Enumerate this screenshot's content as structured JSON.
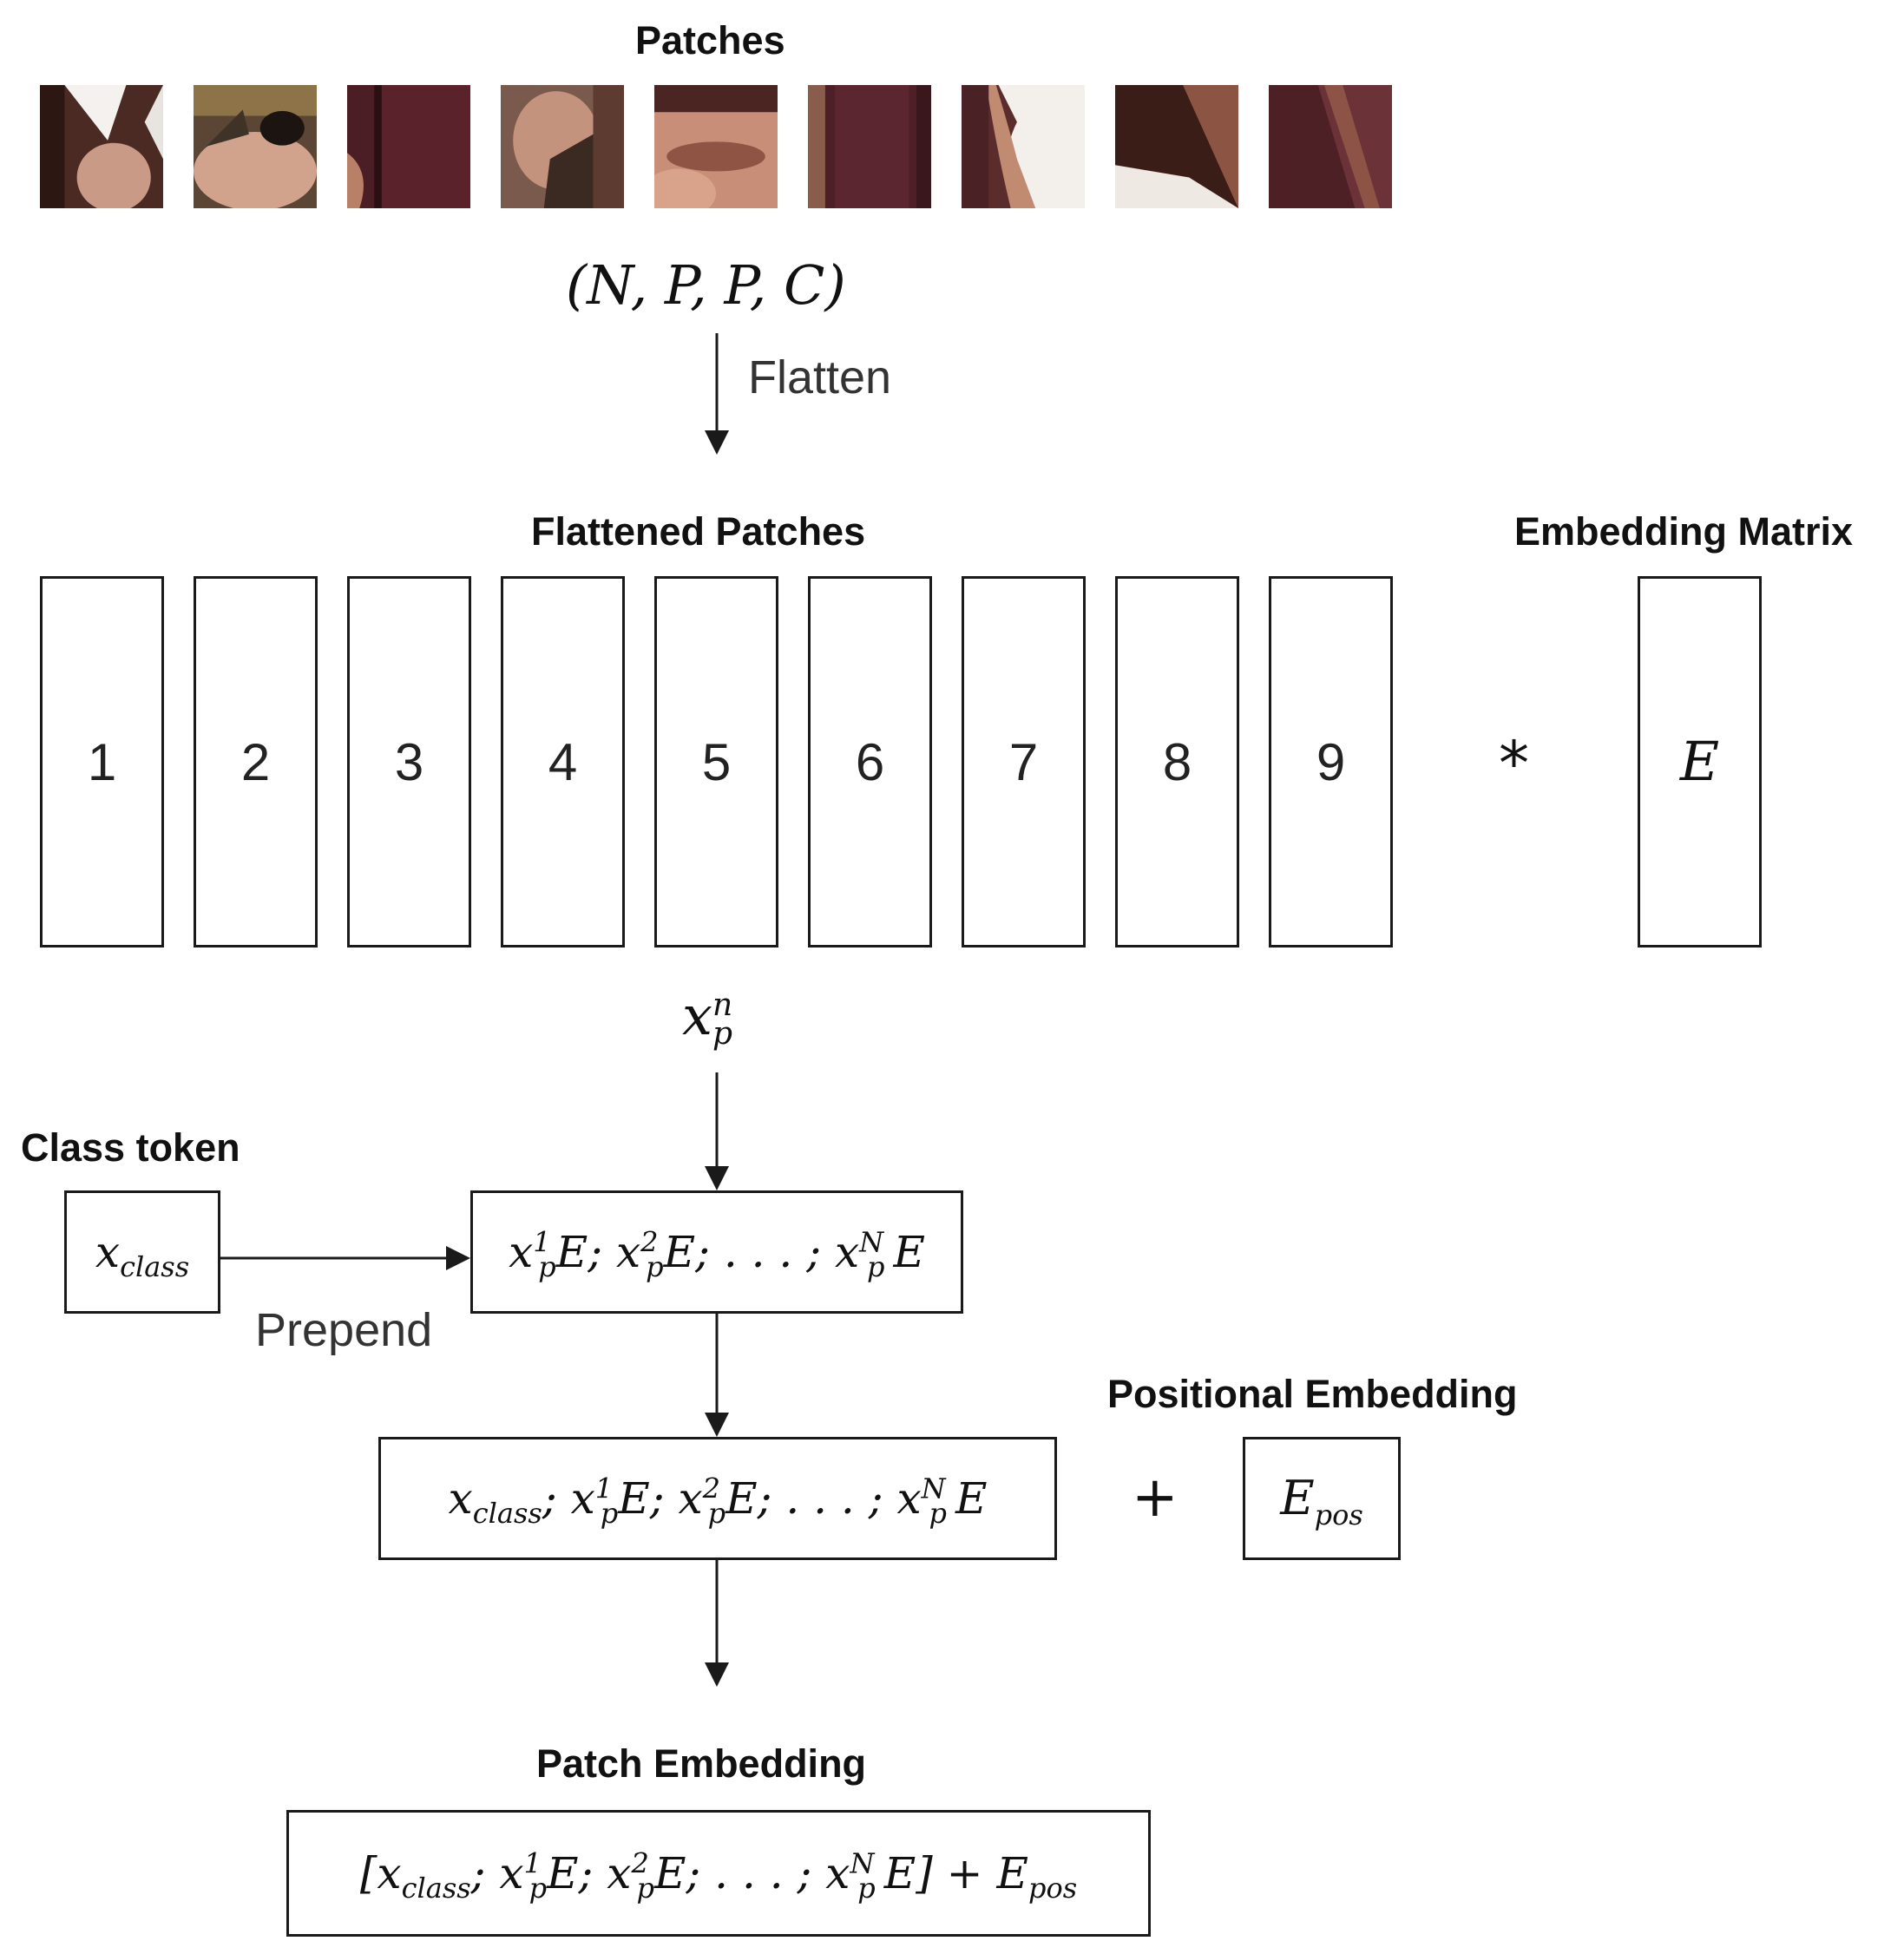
{
  "patches": {
    "title": "Patches",
    "shape_label": "(N, P, P, C)",
    "flatten_label": "Flatten"
  },
  "flattened": {
    "title": "Flattened Patches",
    "items": [
      "1",
      "2",
      "3",
      "4",
      "5",
      "6",
      "7",
      "8",
      "9"
    ],
    "multiply_symbol": "*",
    "vector_label": "x_p^n"
  },
  "embedding_matrix": {
    "title": "Embedding Matrix",
    "symbol": "E"
  },
  "class_token": {
    "title": "Class token",
    "symbol": "x_class",
    "prepend_label": "Prepend"
  },
  "embedded_sequence": {
    "formula": "x_p^1 E; x_p^2 E; ...; x_p^N E"
  },
  "full_sequence": {
    "formula": "x_class; x_p^1 E; x_p^2 E; ...; x_p^N E",
    "plus_symbol": "+"
  },
  "positional_embedding": {
    "title": "Positional Embedding",
    "symbol": "E_pos"
  },
  "patch_embedding": {
    "title": "Patch Embedding",
    "formula": "[x_class; x_p^1 E; x_p^2 E; ...; x_p^N E] + E_pos"
  },
  "colors": {
    "stroke": "#1a1a1a",
    "label_gray": "#333333",
    "skin": "#c98f7a",
    "dark": "#3a1a1e"
  }
}
